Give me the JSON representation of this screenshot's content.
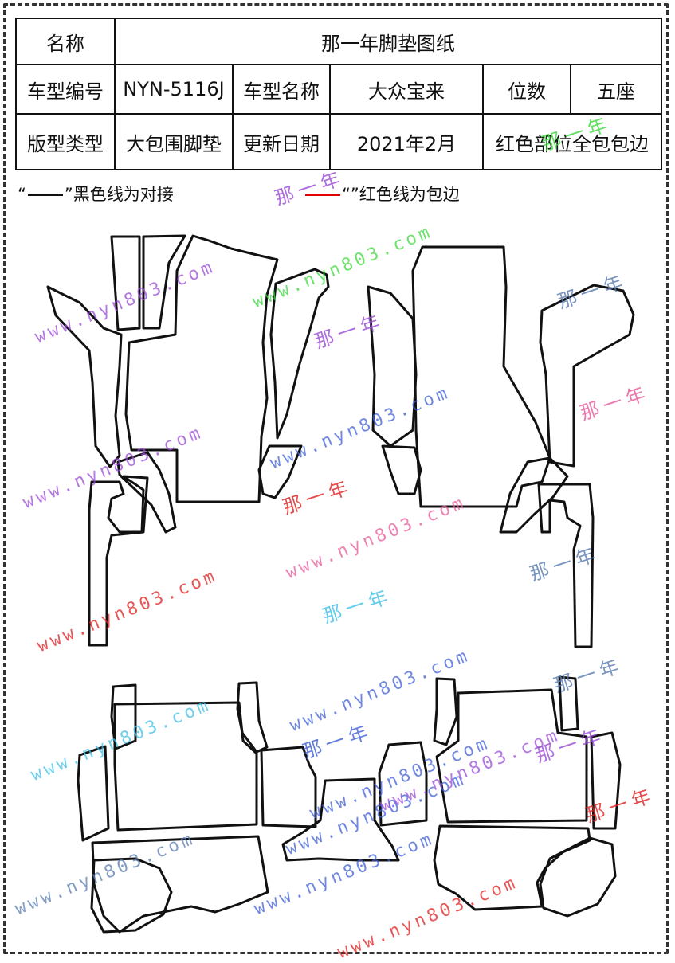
{
  "table": {
    "r1": {
      "label": "名称",
      "value": "那一年脚垫图纸"
    },
    "r2": {
      "c1": "车型编号",
      "c2": "NYN-5116J",
      "c3": "车型名称",
      "c4": "大众宝来",
      "c5": "位数",
      "c6": "五座"
    },
    "r3": {
      "c1": "版型类型",
      "c2": "大包围脚垫",
      "c3": "更新日期",
      "c4": "2021年2月",
      "c5": "红色部位全包包边"
    }
  },
  "legend": {
    "black_quote_open": "“",
    "black_quote_close": "”黑色线为对接",
    "red_quote_open": "“",
    "red_quote_close": "”红色线为包边"
  },
  "watermarks": {
    "url": "www.nyn803.com",
    "brand": "那一年"
  },
  "colors": {
    "black_line": "#111111",
    "red_line": "#e00000",
    "watermark_palette": [
      "#9b4bd6",
      "#3cd93c",
      "#3f5fd6",
      "#e85a9a",
      "#e02020",
      "#3fc0e8",
      "#5a7bb0"
    ]
  }
}
